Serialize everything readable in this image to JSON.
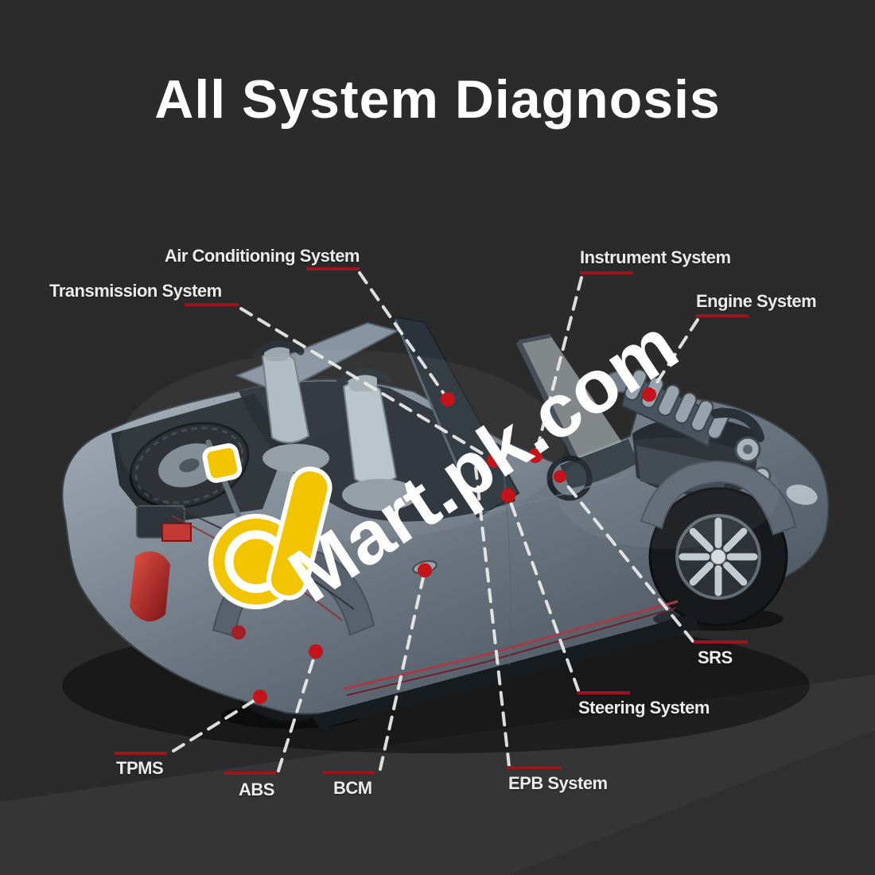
{
  "page": {
    "title": "All System Diagnosis",
    "background_color": "#2b2b2b",
    "floor_color": "#353535"
  },
  "watermark": {
    "text": "Mart.pk.com",
    "logo": "aj-monogram",
    "logo_color": "#f2c500",
    "text_color": "#ffffff"
  },
  "colors": {
    "underline_red": "#9e141c",
    "dot_red": "#c41319",
    "dash_line": "#ececec",
    "title_white": "#ffffff",
    "label_gray": "#ebebeb",
    "car_steel": "#6b7681",
    "taillight_red": "#9c1a16"
  },
  "callouts": [
    {
      "id": "air-conditioning",
      "label": "Air Conditioning System"
    },
    {
      "id": "transmission",
      "label": "Transmission System"
    },
    {
      "id": "instrument",
      "label": "Instrument System"
    },
    {
      "id": "engine",
      "label": "Engine System"
    },
    {
      "id": "srs",
      "label": "SRS"
    },
    {
      "id": "steering",
      "label": "Steering System"
    },
    {
      "id": "epb",
      "label": "EPB System"
    },
    {
      "id": "bcm",
      "label": "BCM"
    },
    {
      "id": "abs",
      "label": "ABS"
    },
    {
      "id": "tpms",
      "label": "TPMS"
    }
  ]
}
